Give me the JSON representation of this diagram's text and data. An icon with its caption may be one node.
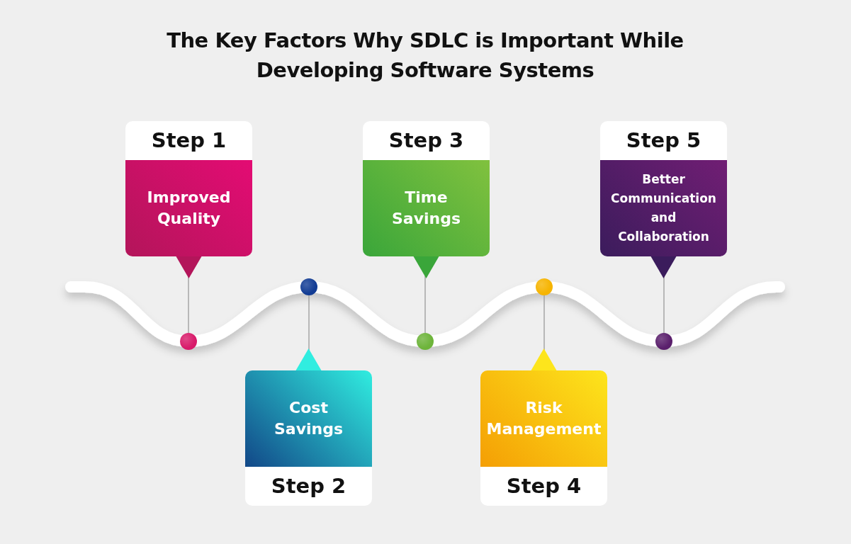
{
  "diagram": {
    "title": "The Key Factors Why SDLC is Important While Developing Software Systems",
    "nodes": [
      {
        "text": [
          "Step 1",
          "Improved Quality"
        ]
      },
      {
        "text": [
          "Cost Savings",
          "Step 2"
        ]
      },
      {
        "text": [
          "Step 3",
          "Time Savings"
        ]
      },
      {
        "text": [
          "Risk Management",
          "Step 4"
        ]
      },
      {
        "text": [
          "Step 5",
          "Better Communication and Collaboration"
        ]
      },
      {
        "text": [],
        "shape": "circle"
      },
      {
        "text": [],
        "shape": "circle"
      },
      {
        "text": [],
        "shape": "circle"
      },
      {
        "text": [],
        "shape": "circle"
      },
      {
        "text": [],
        "shape": "circle"
      }
    ],
    "edges": [
      {
        "from": 0,
        "to": 5,
        "arrow": "none"
      },
      {
        "from": 1,
        "to": 6,
        "arrow": "none"
      },
      {
        "from": 2,
        "to": 7,
        "arrow": "none"
      },
      {
        "from": 3,
        "to": 8,
        "arrow": "none"
      },
      {
        "from": 4,
        "to": 9,
        "arrow": "none"
      }
    ]
  }
}
